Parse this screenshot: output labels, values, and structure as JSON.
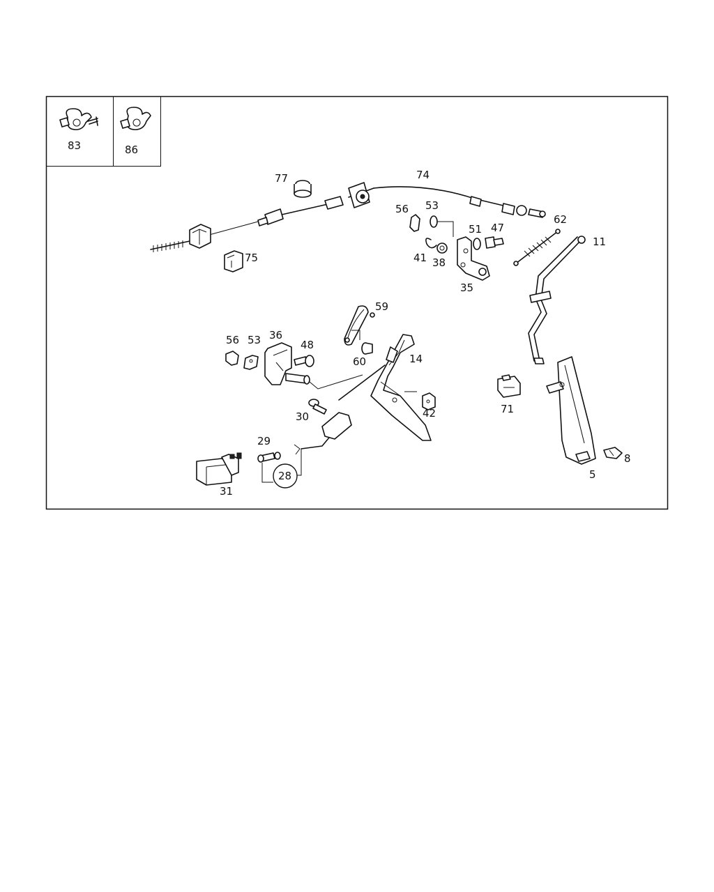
{
  "parts": [
    {
      "id": "p83",
      "label": "83"
    },
    {
      "id": "p86",
      "label": "86"
    },
    {
      "id": "p77",
      "label": "77"
    },
    {
      "id": "p74",
      "label": "74"
    },
    {
      "id": "p75",
      "label": "75"
    },
    {
      "id": "p56a",
      "label": "56"
    },
    {
      "id": "p53a",
      "label": "53"
    },
    {
      "id": "p62",
      "label": "62"
    },
    {
      "id": "p51",
      "label": "51"
    },
    {
      "id": "p47",
      "label": "47"
    },
    {
      "id": "p11",
      "label": "11"
    },
    {
      "id": "p41",
      "label": "41"
    },
    {
      "id": "p38",
      "label": "38"
    },
    {
      "id": "p35",
      "label": "35"
    },
    {
      "id": "p59",
      "label": "59"
    },
    {
      "id": "p56b",
      "label": "56"
    },
    {
      "id": "p53b",
      "label": "53"
    },
    {
      "id": "p36",
      "label": "36"
    },
    {
      "id": "p48",
      "label": "48"
    },
    {
      "id": "p60",
      "label": "60"
    },
    {
      "id": "p14",
      "label": "14"
    },
    {
      "id": "p71",
      "label": "71"
    },
    {
      "id": "p30",
      "label": "30"
    },
    {
      "id": "p42",
      "label": "42"
    },
    {
      "id": "p29",
      "label": "29"
    },
    {
      "id": "p8",
      "label": "8"
    },
    {
      "id": "p28",
      "label": "28"
    },
    {
      "id": "p5",
      "label": "5"
    },
    {
      "id": "p31",
      "label": "31"
    }
  ]
}
